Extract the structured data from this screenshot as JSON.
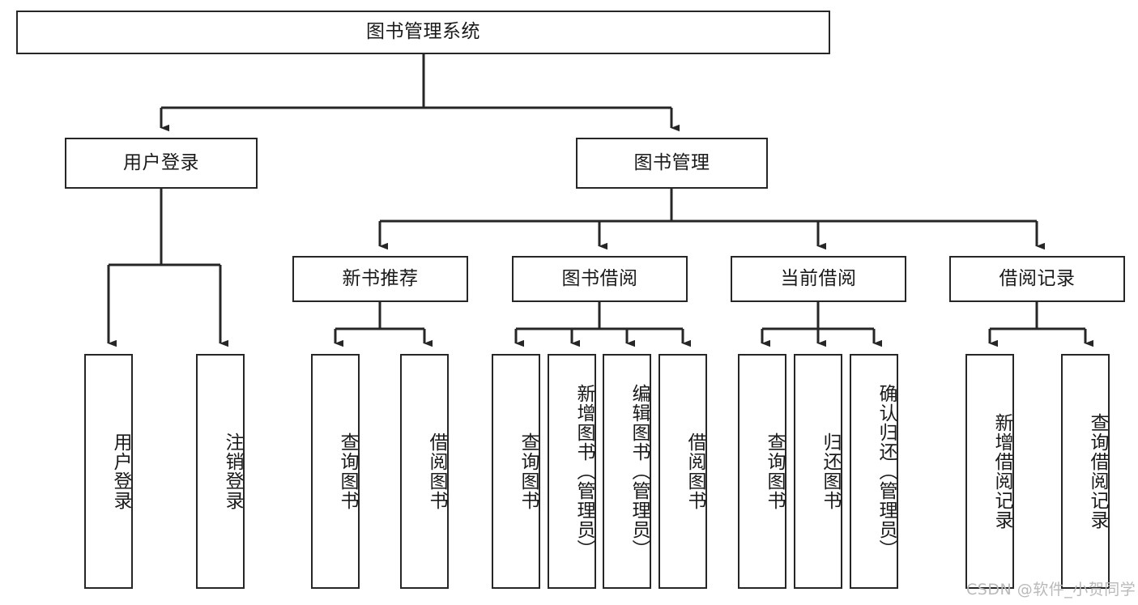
{
  "diagram": {
    "type": "tree-hierarchy",
    "title": "图书管理系统",
    "root": {
      "id": "root",
      "label": "图书管理系统"
    },
    "level2": [
      {
        "id": "user-login",
        "label": "用户登录"
      },
      {
        "id": "book-manage",
        "label": "图书管理"
      }
    ],
    "level3": [
      {
        "id": "new-book-rec",
        "label": "新书推荐",
        "parent": "book-manage"
      },
      {
        "id": "book-borrow",
        "label": "图书借阅",
        "parent": "book-manage"
      },
      {
        "id": "current-borrow",
        "label": "当前借阅",
        "parent": "book-manage"
      },
      {
        "id": "borrow-record",
        "label": "借阅记录",
        "parent": "book-manage"
      }
    ],
    "leaves": [
      {
        "id": "leaf-user-login",
        "label": "用户登录",
        "parent": "user-login"
      },
      {
        "id": "leaf-logout",
        "label": "注销登录",
        "parent": "user-login"
      },
      {
        "id": "leaf-query-book-1",
        "label": "查询图书",
        "parent": "new-book-rec"
      },
      {
        "id": "leaf-borrow-book-1",
        "label": "借阅图书",
        "parent": "new-book-rec"
      },
      {
        "id": "leaf-query-book-2",
        "label": "查询图书",
        "parent": "book-borrow"
      },
      {
        "id": "leaf-add-book",
        "label": "新增图书（管理员）",
        "parent": "book-borrow"
      },
      {
        "id": "leaf-edit-book",
        "label": "编辑图书（管理员）",
        "parent": "book-borrow"
      },
      {
        "id": "leaf-borrow-book-2",
        "label": "借阅图书",
        "parent": "book-borrow"
      },
      {
        "id": "leaf-query-book-3",
        "label": "查询图书",
        "parent": "current-borrow"
      },
      {
        "id": "leaf-return-book",
        "label": "归还图书",
        "parent": "current-borrow"
      },
      {
        "id": "leaf-confirm-return",
        "label": "确认归还（管理员）",
        "parent": "current-borrow"
      },
      {
        "id": "leaf-add-record",
        "label": "新增借阅记录",
        "parent": "borrow-record"
      },
      {
        "id": "leaf-query-record",
        "label": "查询借阅记录",
        "parent": "borrow-record"
      }
    ],
    "colors": {
      "stroke": "#262626",
      "fill": "#ffffff",
      "text": "#1a1a1a",
      "watermark": "#b9b9b9"
    }
  },
  "watermark": {
    "text": "CSDN @软件_小贺同学"
  }
}
